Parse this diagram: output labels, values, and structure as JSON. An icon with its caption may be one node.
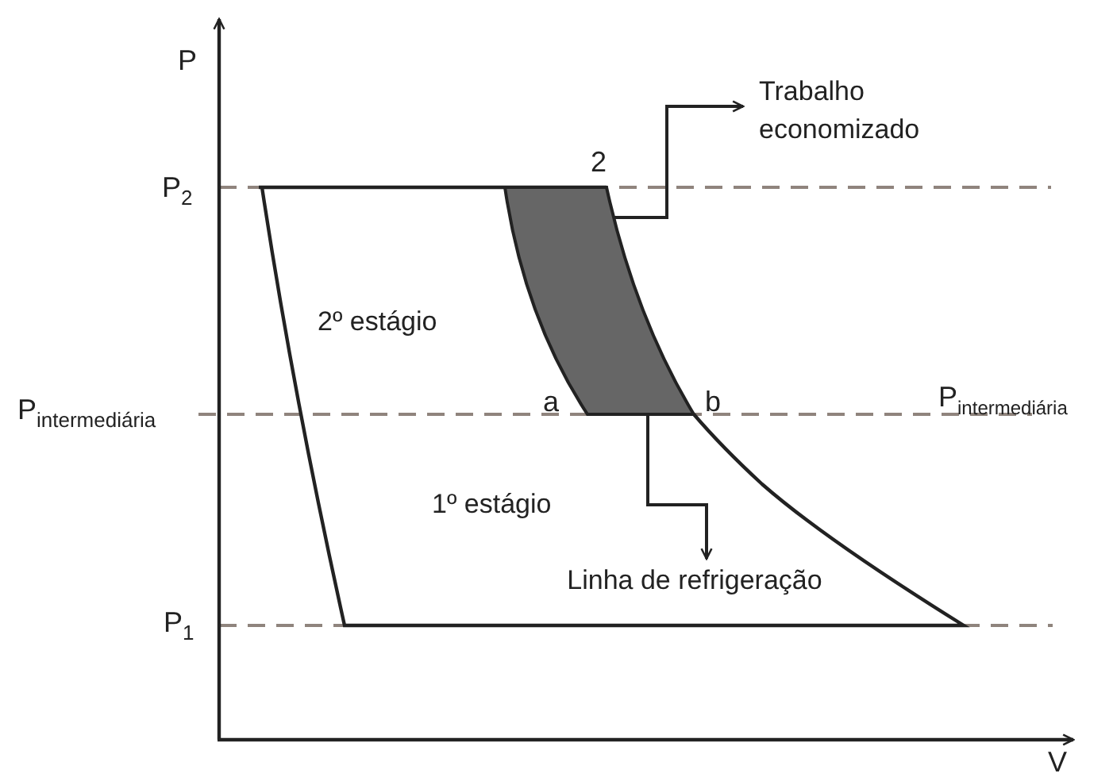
{
  "diagram": {
    "nodes": [
      {
        "text": [
          "Trabalho economizado"
        ]
      },
      {
        "text": [],
        "shape": "region"
      },
      {
        "text": [
          "Linha de refrigeração"
        ]
      }
    ],
    "edges": [
      {
        "from": 1,
        "to": 0,
        "arrow": "to"
      },
      {
        "from": 1,
        "to": 2,
        "arrow": "to"
      }
    ],
    "labels": [
      "P",
      "P$_{2}$",
      "2",
      "2º estágio",
      "P$_{intermediária}$",
      "a",
      "b",
      "P$_{intermediária}$",
      "1º estágio",
      "P$_{1}$",
      "V"
    ]
  }
}
